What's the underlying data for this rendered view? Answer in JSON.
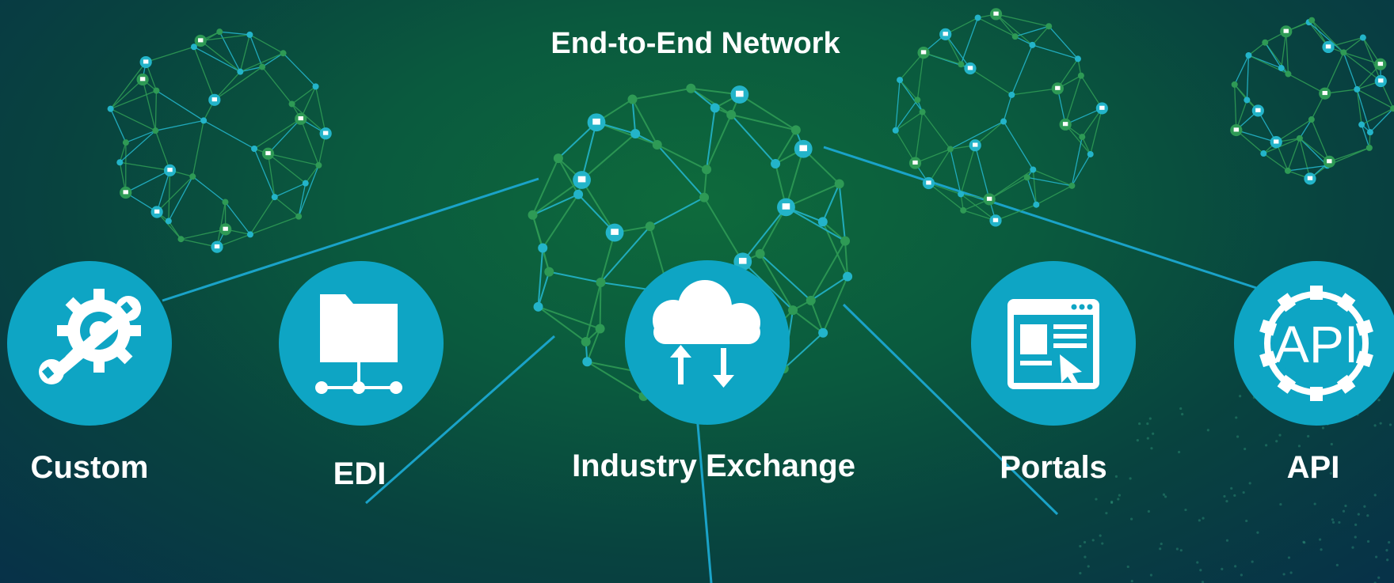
{
  "title": "End-to-End Network",
  "options": [
    {
      "id": "custom",
      "label": "Custom",
      "icon": "gear-wrench-icon"
    },
    {
      "id": "edi",
      "label": "EDI",
      "icon": "folder-network-icon"
    },
    {
      "id": "industry-exchange",
      "label": "Industry Exchange",
      "icon": "cloud-transfer-icon"
    },
    {
      "id": "portals",
      "label": "Portals",
      "icon": "web-portal-icon"
    },
    {
      "id": "api",
      "label": "API",
      "icon": "api-gear-icon"
    }
  ],
  "api_icon_text": "API",
  "colors": {
    "circle": "#0ea5c4",
    "line": "#1aa3c8",
    "mesh_green": "#2e9a55",
    "mesh_teal": "#23b4c9",
    "text": "#ffffff"
  }
}
